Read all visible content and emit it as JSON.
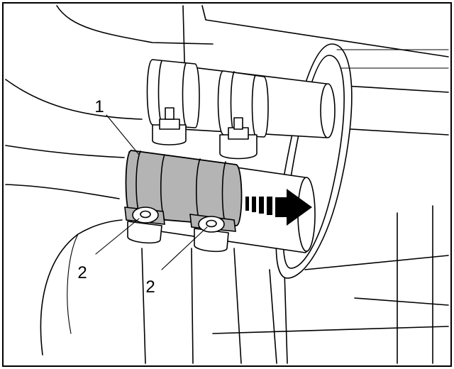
{
  "diagram": {
    "callouts": {
      "clamp": "1",
      "bolt_left": "2",
      "bolt_right": "2"
    },
    "colors": {
      "highlighted_clamp_fill": "#b4b4b4",
      "line": "#000000",
      "background": "#ffffff",
      "frame": "#000000"
    },
    "icons": [
      "direction-arrow"
    ]
  }
}
